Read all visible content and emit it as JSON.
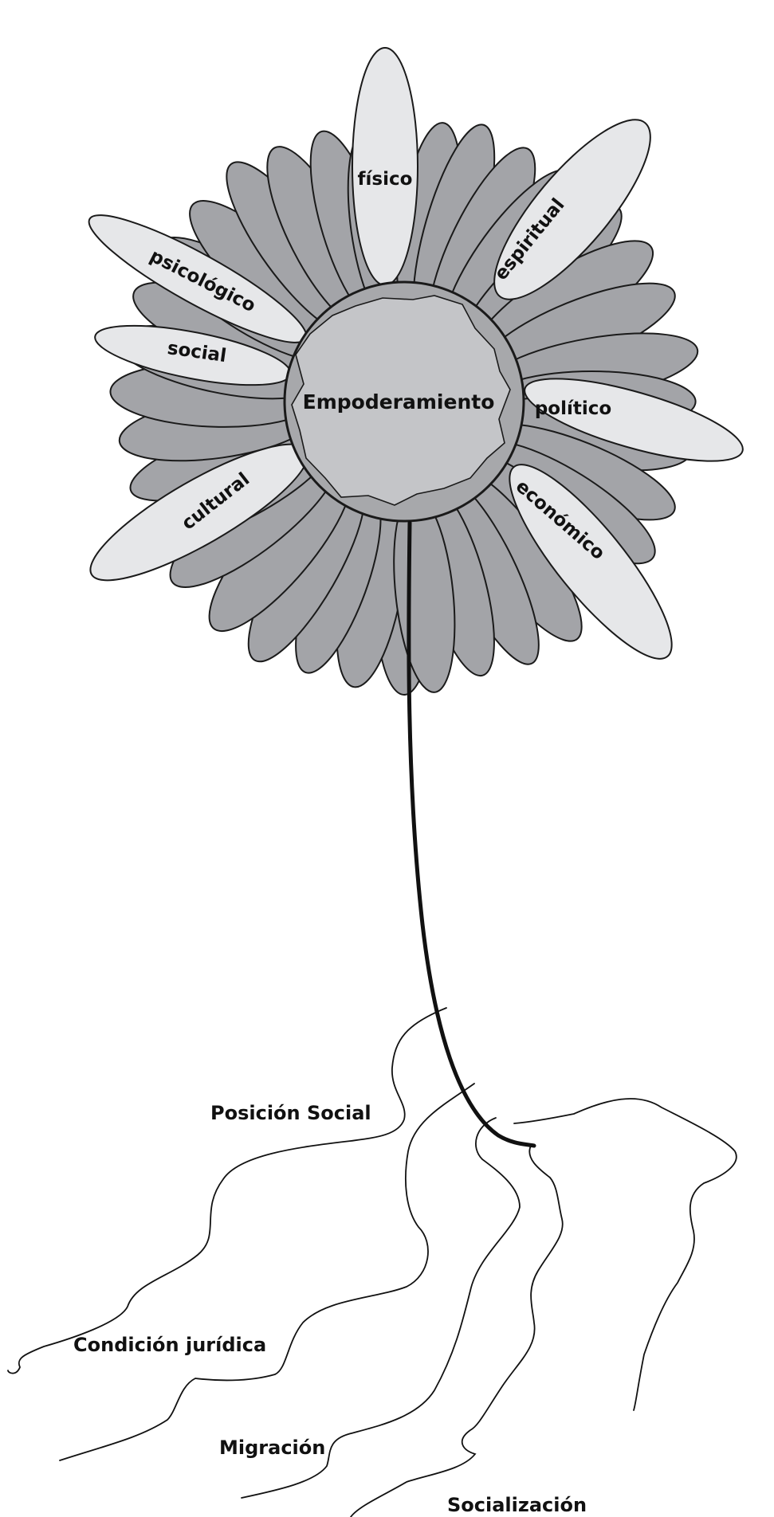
{
  "diagram": {
    "center": "Empoderamiento",
    "petals": [
      "físico",
      "espiritual",
      "político",
      "económico",
      "cultural",
      "social",
      "psicológico"
    ],
    "roots": [
      "Posición Social",
      "Condición jurídica",
      "Migración",
      "Socialización"
    ]
  },
  "colors": {
    "petal_dark": "#a3a4a8",
    "petal_light": "#e6e7e9",
    "center": "#c4c5c8",
    "outline": "#1a1a1a"
  }
}
